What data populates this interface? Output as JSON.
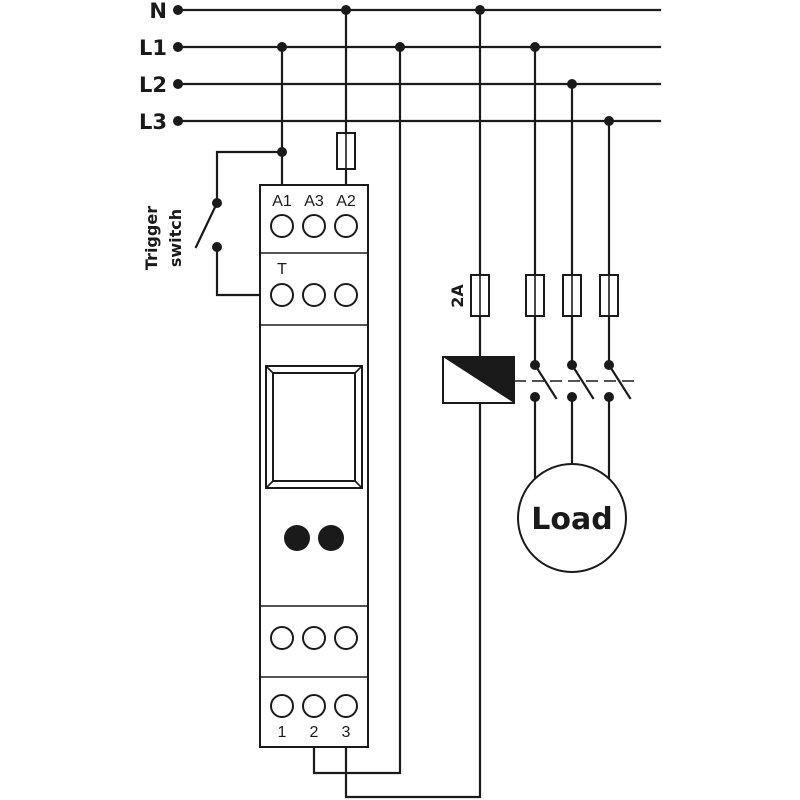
{
  "bus_labels": [
    "N",
    "L1",
    "L2",
    "L3"
  ],
  "trigger_switch_label": [
    "Trigger",
    "switch"
  ],
  "terminal_labels": {
    "top": [
      "A1",
      "A3",
      "A2"
    ],
    "trigger": "T",
    "bottom": [
      "1",
      "2",
      "3"
    ]
  },
  "fuse_rating": "2A",
  "load_label": "Load"
}
